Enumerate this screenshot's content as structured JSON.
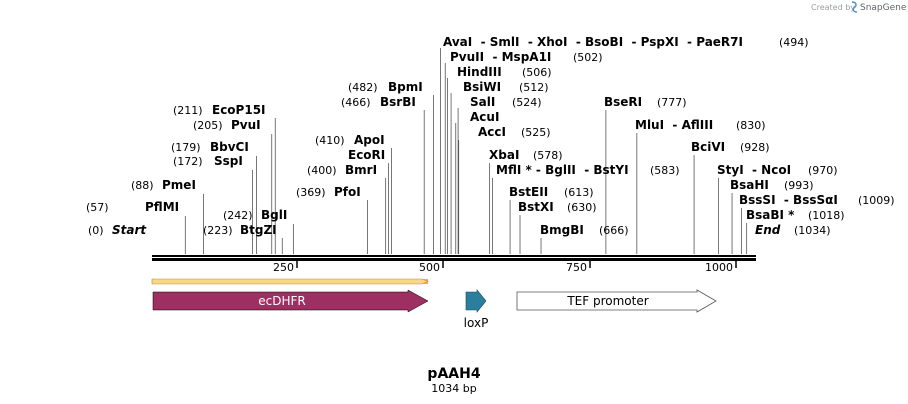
{
  "credit": {
    "prefix": "Created by",
    "brand": "SnapGene"
  },
  "plasmid": {
    "name": "pAAH4",
    "length": "1034 bp"
  },
  "axis": {
    "ticks": [
      "250",
      "500",
      "750",
      "1000"
    ]
  },
  "sites": [
    {
      "key": "start",
      "label": "Start",
      "pos": "(0)",
      "bp": 0
    },
    {
      "key": "pflmi",
      "label": "PflMI",
      "pos": "(57)",
      "bp": 57
    },
    {
      "key": "pmei",
      "label": "PmeI",
      "pos": "(88)",
      "bp": 88
    },
    {
      "key": "sspi",
      "label": "SspI",
      "pos": "(172)",
      "bp": 172
    },
    {
      "key": "bbvci",
      "label": "BbvCI",
      "pos": "(179)",
      "bp": 179
    },
    {
      "key": "pvui",
      "label": "PvuI",
      "pos": "(205)",
      "bp": 205
    },
    {
      "key": "ecop15i",
      "label": "EcoP15I",
      "pos": "(211)",
      "bp": 211
    },
    {
      "key": "btgzi",
      "label": "BtgZI",
      "pos": "(223)",
      "bp": 223
    },
    {
      "key": "bgli",
      "label": "BglI",
      "pos": "(242)",
      "bp": 242
    },
    {
      "key": "pfoi",
      "label": "PfoI",
      "pos": "(369)",
      "bp": 369
    },
    {
      "key": "bmri",
      "label": "BmrI",
      "pos": "(400)",
      "bp": 400
    },
    {
      "key": "ecori",
      "label": "EcoRI",
      "pos": "",
      "bp": 405
    },
    {
      "key": "apoi",
      "label": "ApoI",
      "pos": "(410)",
      "bp": 410
    },
    {
      "key": "bsrbi",
      "label": "BsrBI",
      "pos": "(466)",
      "bp": 466
    },
    {
      "key": "bpmi",
      "label": "BpmI",
      "pos": "(482)",
      "bp": 482
    },
    {
      "key": "avai_group",
      "label": "AvaI  - SmlI  - XhoI  - BsoBI  - PspXI  - PaeR7I",
      "pos": "(494)",
      "bp": 494
    },
    {
      "key": "pvuii_group",
      "label": "PvuII  - MspA1I",
      "pos": "(502)",
      "bp": 502
    },
    {
      "key": "hindiii",
      "label": "HindIII",
      "pos": "(506)",
      "bp": 506
    },
    {
      "key": "bsiwi",
      "label": "BsiWI",
      "pos": "(512)",
      "bp": 512
    },
    {
      "key": "sali",
      "label": "SalI",
      "pos": "(524)",
      "bp": 524
    },
    {
      "key": "acui",
      "label": "AcuI",
      "pos": "",
      "bp": 520
    },
    {
      "key": "acci",
      "label": "AccI",
      "pos": "(525)",
      "bp": 525
    },
    {
      "key": "xbai",
      "label": "XbaI",
      "pos": "(578)",
      "bp": 578
    },
    {
      "key": "mfli_group",
      "label": "MflI * - BglII  - BstYI",
      "pos": "(583)",
      "bp": 583
    },
    {
      "key": "bsteii",
      "label": "BstEII",
      "pos": "(613)",
      "bp": 613
    },
    {
      "key": "bstxi",
      "label": "BstXI",
      "pos": "(630)",
      "bp": 630
    },
    {
      "key": "bmgbi",
      "label": "BmgBI",
      "pos": "(666)",
      "bp": 666
    },
    {
      "key": "bseri",
      "label": "BseRI",
      "pos": "(777)",
      "bp": 777
    },
    {
      "key": "mlui_group",
      "label": "MluI  - AflIII",
      "pos": "(830)",
      "bp": 830
    },
    {
      "key": "bcivi",
      "label": "BciVI",
      "pos": "(928)",
      "bp": 928
    },
    {
      "key": "styi_group",
      "label": "StyI  - NcoI",
      "pos": "(970)",
      "bp": 970
    },
    {
      "key": "bsahi",
      "label": "BsaHI",
      "pos": "(993)",
      "bp": 993
    },
    {
      "key": "bsssi_group",
      "label": "BssSI  - BssSαI",
      "pos": "(1009)",
      "bp": 1009
    },
    {
      "key": "bsabi",
      "label": "BsaBI *",
      "pos": "(1018)",
      "bp": 1018
    },
    {
      "key": "end",
      "label": "End",
      "pos": "(1034)",
      "bp": 1034
    }
  ],
  "features": [
    {
      "key": "ecdhfr",
      "label": "ecDHFR",
      "start": 1,
      "end": 474,
      "color": "#9e2f62",
      "direction": "forward",
      "highlight": "#f2b13c"
    },
    {
      "key": "loxp",
      "label": "loxP",
      "start": 539,
      "end": 572,
      "color": "#2b7f9c",
      "direction": "forward"
    },
    {
      "key": "tef_promoter",
      "label": "TEF promoter",
      "start": 620,
      "end": 1012,
      "color": "#ffffff",
      "direction": "forward"
    }
  ]
}
